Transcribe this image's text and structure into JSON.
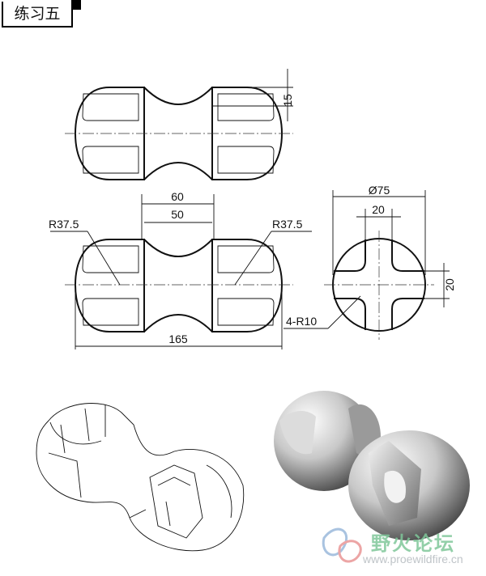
{
  "title": "练习五",
  "dimensions": {
    "height_15": "15",
    "width_60": "60",
    "width_50": "50",
    "radius_left": "R37.5",
    "radius_right": "R37.5",
    "length_165": "165",
    "diameter_75": "Ø75",
    "slot_20_h": "20",
    "slot_20_v": "20",
    "fillet_4_r10": "4-R10"
  },
  "watermark": {
    "name": "野火论坛",
    "url": "www.proewildfire.cn"
  }
}
